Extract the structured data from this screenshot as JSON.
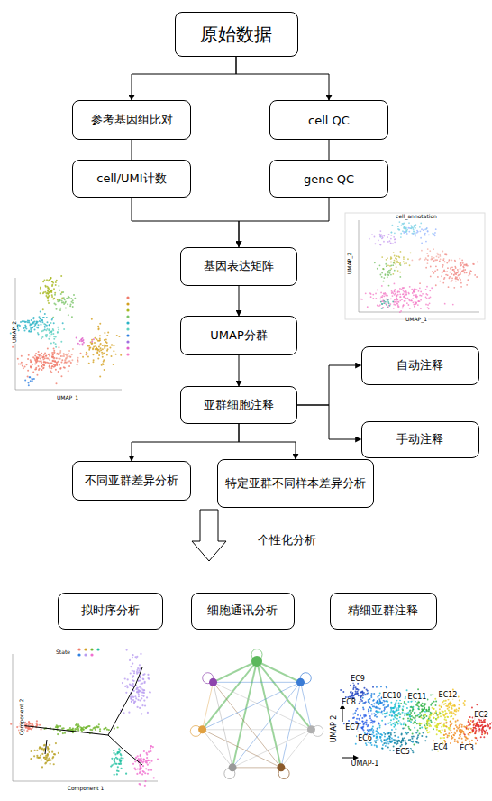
{
  "diagram": {
    "nodes": [
      {
        "text": [
          "原始数据"
        ]
      },
      {
        "text": [
          "参考基因组比对"
        ]
      },
      {
        "text": [
          "cell QC"
        ]
      },
      {
        "text": [
          "cell/UMI计数"
        ]
      },
      {
        "text": [
          "gene QC"
        ]
      },
      {
        "text": [
          "基因表达矩阵"
        ]
      },
      {
        "text": [
          "UMAP分群"
        ]
      },
      {
        "text": [
          "亚群细胞注释"
        ]
      },
      {
        "text": [
          "自动注释"
        ]
      },
      {
        "text": [
          "手动注释"
        ]
      },
      {
        "text": [
          "不同亚群差异分析"
        ]
      },
      {
        "text": [
          "特定亚群不同样本差异分析"
        ]
      },
      {
        "text": [
          "拟时序分析"
        ]
      },
      {
        "text": [
          "细胞通讯分析"
        ]
      },
      {
        "text": [
          "精细亚群注释"
        ]
      }
    ],
    "edges": [
      {
        "from": 0,
        "to": 1,
        "arrow": "to"
      },
      {
        "from": 0,
        "to": 2,
        "arrow": "to"
      },
      {
        "from": 1,
        "to": 3,
        "arrow": "none"
      },
      {
        "from": 2,
        "to": 4,
        "arrow": "none"
      },
      {
        "from": 3,
        "to": 5,
        "arrow": "to"
      },
      {
        "from": 4,
        "to": 5,
        "arrow": "to"
      },
      {
        "from": 5,
        "to": 6,
        "arrow": "to"
      },
      {
        "from": 6,
        "to": 7,
        "arrow": "to"
      },
      {
        "from": 7,
        "to": 8,
        "arrow": "to"
      },
      {
        "from": 7,
        "to": 9,
        "arrow": "to"
      },
      {
        "from": 7,
        "to": 10,
        "arrow": "to"
      },
      {
        "from": 7,
        "to": 11,
        "arrow": "to"
      }
    ],
    "labels": [
      "个性化分析",
      "cell_annotation",
      "UMAP_1",
      "UMAP_2",
      "UMAP_2",
      "UMAP_1",
      "State",
      "Component 1",
      "Component 2",
      "EC9",
      "EC10",
      "EC11",
      "EC12",
      "EC8",
      "EC7",
      "EC6",
      "EC5",
      "EC4",
      "EC3",
      "EC2",
      "UMAP 2",
      "UMAP-1"
    ]
  }
}
